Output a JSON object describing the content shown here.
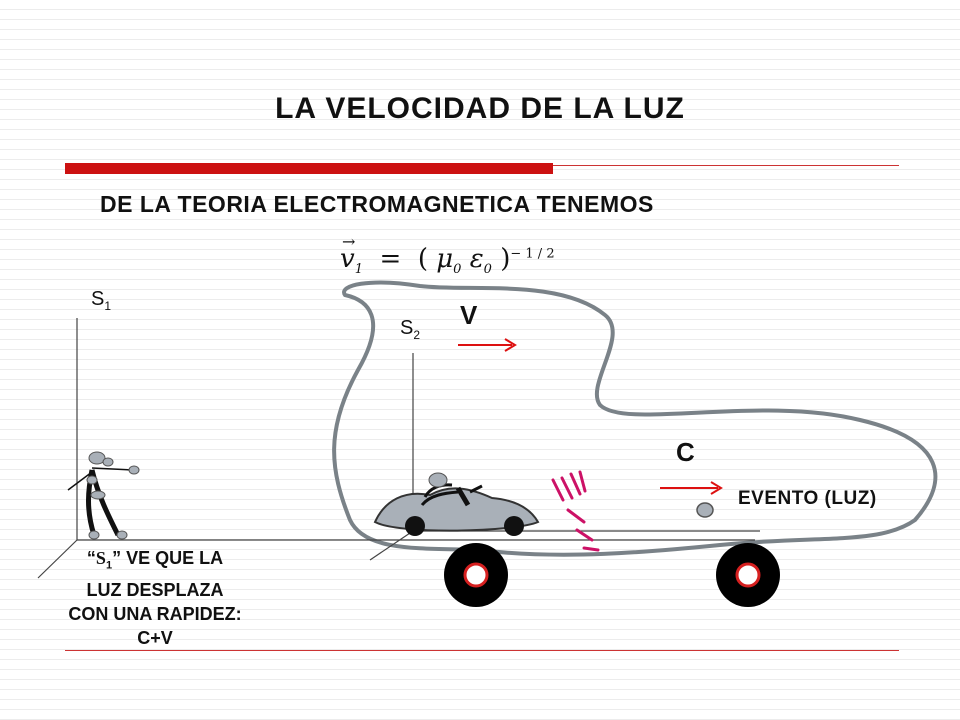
{
  "title": "LA VELOCIDAD DE LA LUZ",
  "subtitle": "DE LA TEORIA ELECTROMAGNETICA TENEMOS",
  "formula": {
    "lhs": "v",
    "lhs_sub": "1",
    "equals": "=",
    "open": "(",
    "mu": "μ",
    "mu_sub": "0",
    "eps": "ε",
    "eps_sub": "0",
    "close": ")",
    "exponent": "− 1 / 2"
  },
  "frames": {
    "s1": {
      "letter": "S",
      "sub": "1"
    },
    "s2": {
      "letter": "S",
      "sub": "2"
    }
  },
  "velocity_label": "V",
  "light_label": "C",
  "event_label": "EVENTO  (LUZ)",
  "caption": {
    "open_quote": "“",
    "s": "S",
    "s_sub": "1",
    "close_quote": "”",
    "line1_rest": " VE QUE LA",
    "line2": "LUZ DESPLAZA",
    "line3": "CON UNA RAPIDEZ:",
    "line4": "C+V"
  },
  "colors": {
    "accent_red": "#cc1111",
    "arrow_red": "#dd1111",
    "rays": "#cc1166",
    "outline_gray": "#7a8288",
    "figure_gray": "#a9b0b8"
  }
}
